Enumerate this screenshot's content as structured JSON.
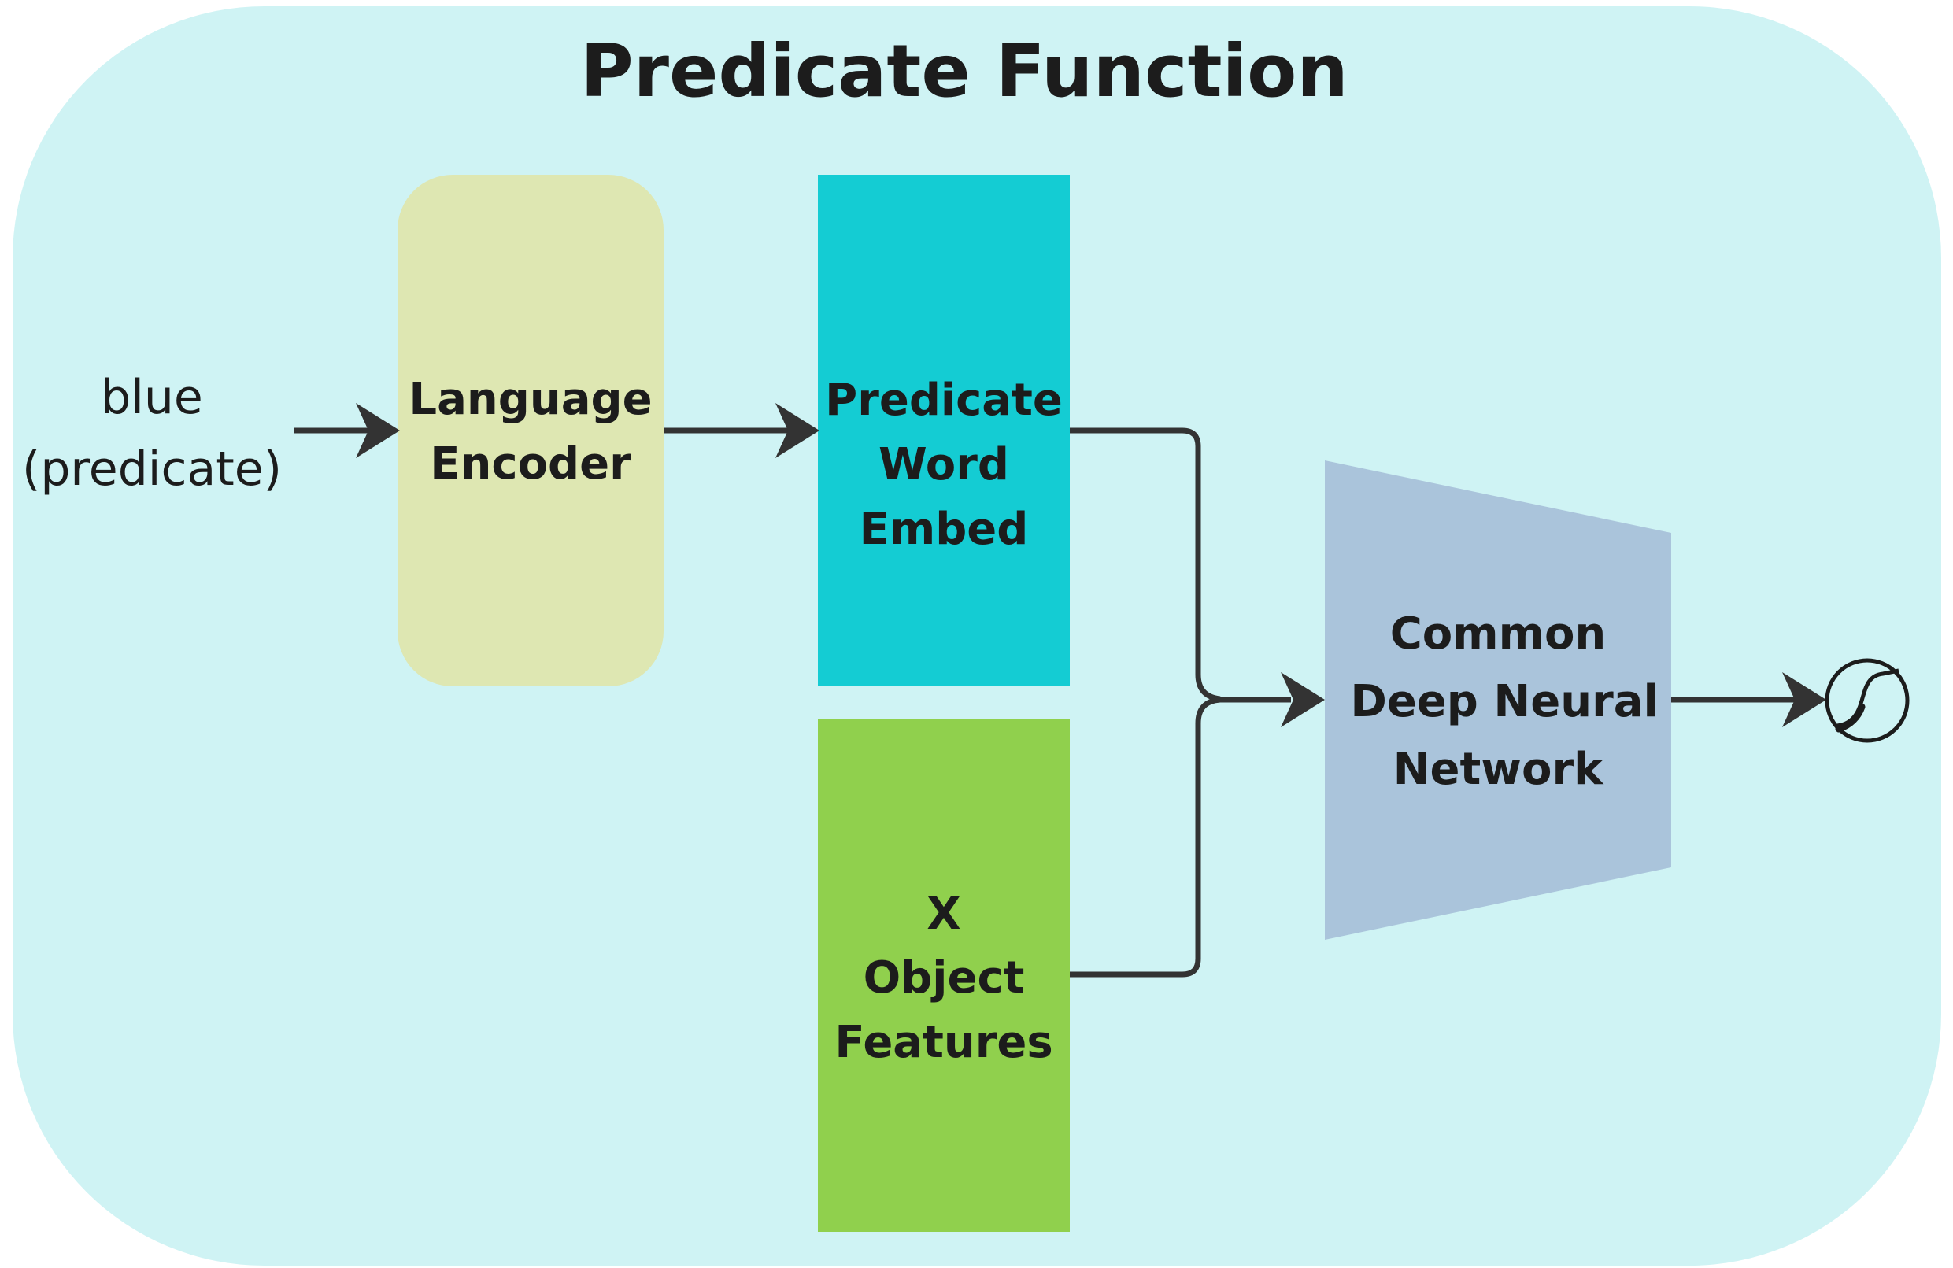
{
  "title": "Predicate Function",
  "input": {
    "line1": "blue",
    "line2": "(predicate)"
  },
  "language_encoder": {
    "line1": "Language",
    "line2": "Encoder"
  },
  "predicate_word_embed": {
    "line1": "Predicate",
    "line2": "Word",
    "line3": "Embed"
  },
  "object_features": {
    "line1": "X",
    "line2": "Object",
    "line3": "Features"
  },
  "network": {
    "line1": "Common",
    "line2": "Deep Neural",
    "line3": "Network"
  },
  "output_icon": "sigmoid-icon",
  "colors": {
    "page_bg": "#cff3f4",
    "language_encoder": "#dee7b2",
    "predicate_word_embed": "#14ccd3",
    "object_features": "#90d04d",
    "network": "#aac4db",
    "arrows": "#333333",
    "text": "#1c1c1c"
  }
}
